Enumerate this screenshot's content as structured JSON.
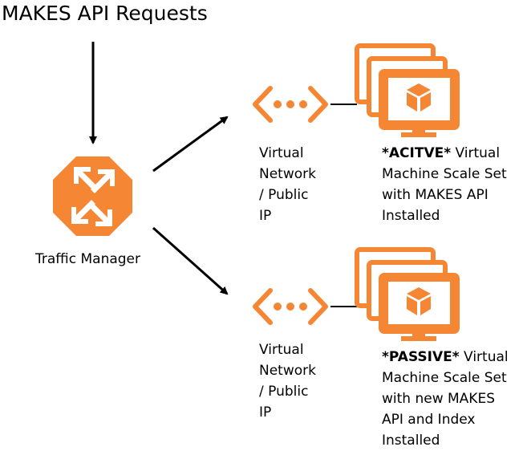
{
  "title": "MAKES API Requests",
  "traffic_manager": {
    "label": "Traffic Manager",
    "icon": "traffic-manager-icon"
  },
  "branches": [
    {
      "network_label_lines": [
        "Virtual",
        "Network",
        "/ Public",
        "IP"
      ],
      "vmss_status": "*ACITVE*",
      "vmss_label_lines": [
        " Virtual",
        "Machine Scale Set",
        "with MAKES API",
        "Installed"
      ]
    },
    {
      "network_label_lines": [
        "Virtual",
        "Network",
        "/ Public",
        "IP"
      ],
      "vmss_status": "*PASSIVE*",
      "vmss_label_lines": [
        " Virtual",
        "Machine Scale Set",
        "with new MAKES",
        "API and Index",
        "Installed"
      ]
    }
  ],
  "colors": {
    "accent": "#F58634",
    "accent_dark": "#E8731F",
    "line": "#000000"
  }
}
